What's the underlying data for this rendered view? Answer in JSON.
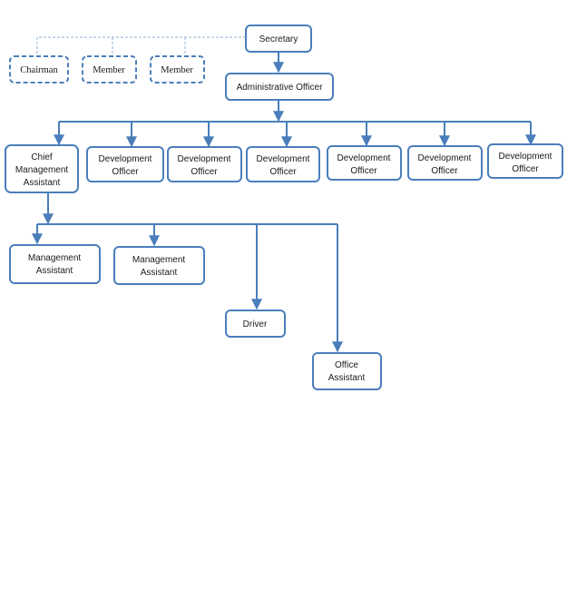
{
  "org_chart": {
    "colors": {
      "line": "#4a7ebb",
      "dashed_line": "#8fb1d6",
      "box_fill": "#ffffff",
      "text": "#1a1a1a"
    },
    "secretary": "Secretary",
    "board": {
      "chairman": "Chairman",
      "member_1": "Member",
      "member_2": "Member"
    },
    "administrative_officer": "Administrative Officer",
    "chief_management_assistant": [
      "Chief",
      "Management",
      "Assistant"
    ],
    "development_officers": [
      [
        "Development",
        "Officer"
      ],
      [
        "Development",
        "Officer"
      ],
      [
        "Development",
        "Officer"
      ],
      [
        "Development",
        "Officer"
      ],
      [
        "Development",
        "Officer"
      ],
      [
        "Development",
        "Officer"
      ]
    ],
    "staff": {
      "management_assistant_1": [
        "Management",
        "Assistant"
      ],
      "management_assistant_2": [
        "Management",
        "Assistant"
      ],
      "driver": "Driver",
      "office_assistant": [
        "Office",
        "Assistant"
      ]
    }
  }
}
